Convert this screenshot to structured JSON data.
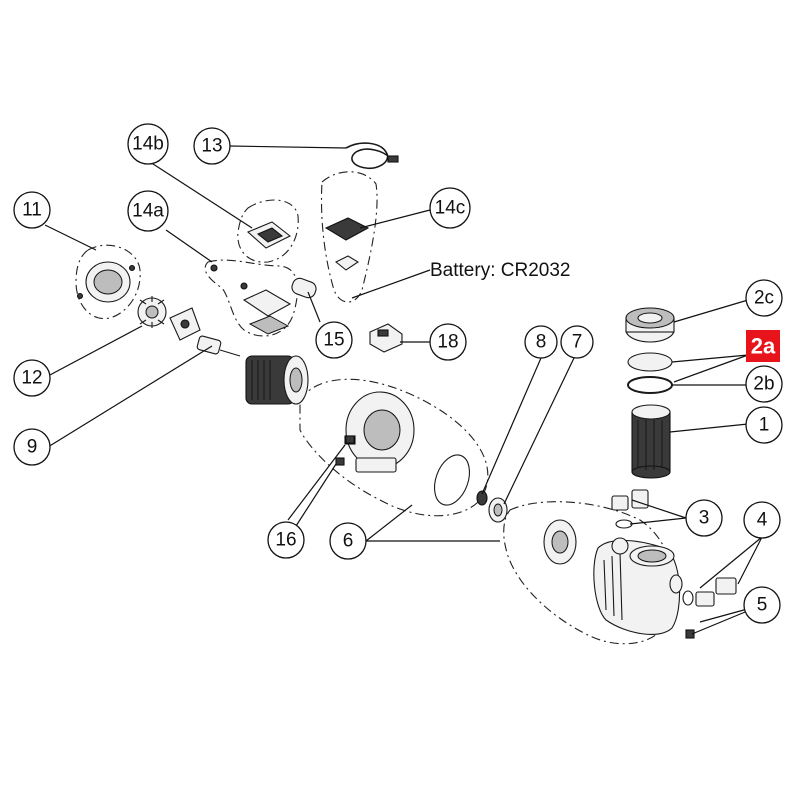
{
  "callouts": {
    "c1": "1",
    "c2b": "2b",
    "c2c": "2c",
    "c3": "3",
    "c4": "4",
    "c5": "5",
    "c6": "6",
    "c7": "7",
    "c8": "8",
    "c9": "9",
    "c11": "11",
    "c12": "12",
    "c13": "13",
    "c14a": "14a",
    "c14b": "14b",
    "c14c": "14c",
    "c15": "15",
    "c16": "16",
    "c18": "18"
  },
  "highlight": {
    "label": "2a",
    "color": "#e8141c"
  },
  "battery_note": "Battery: CR2032"
}
